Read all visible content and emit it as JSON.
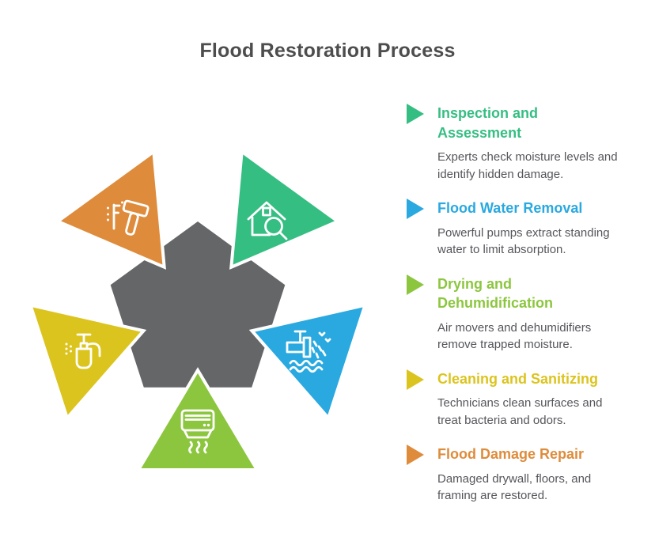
{
  "title": "Flood Restoration Process",
  "colors": {
    "background": "#ffffff",
    "pentagon": "#656668",
    "title_text": "#4d4d4d",
    "body_text": "#55565b"
  },
  "steps": [
    {
      "label": "Inspection and Assessment",
      "description": "Experts check moisture levels and identify hidden damage.",
      "color": "#35be82",
      "icon": "house-magnifier-icon",
      "arrow_icon": "right-arrow-icon"
    },
    {
      "label": "Flood Water Removal",
      "description": "Powerful pumps extract standing water to limit absorption.",
      "color": "#29a9e0",
      "icon": "water-pump-icon",
      "arrow_icon": "right-arrow-icon"
    },
    {
      "label": "Drying and Dehumidification",
      "description": "Air movers and dehumidifiers remove trapped moisture.",
      "color": "#8cc63f",
      "icon": "air-mover-icon",
      "arrow_icon": "right-arrow-icon"
    },
    {
      "label": "Cleaning and Sanitizing",
      "description": "Technicians clean surfaces and treat bacteria and odors.",
      "color": "#dcc41e",
      "icon": "spray-bottle-icon",
      "arrow_icon": "right-arrow-icon"
    },
    {
      "label": "Flood Damage Repair",
      "description": "Damaged drywall, floors, and framing are restored.",
      "color": "#de8c3c",
      "icon": "hammer-nail-icon",
      "arrow_icon": "right-arrow-icon"
    }
  ]
}
